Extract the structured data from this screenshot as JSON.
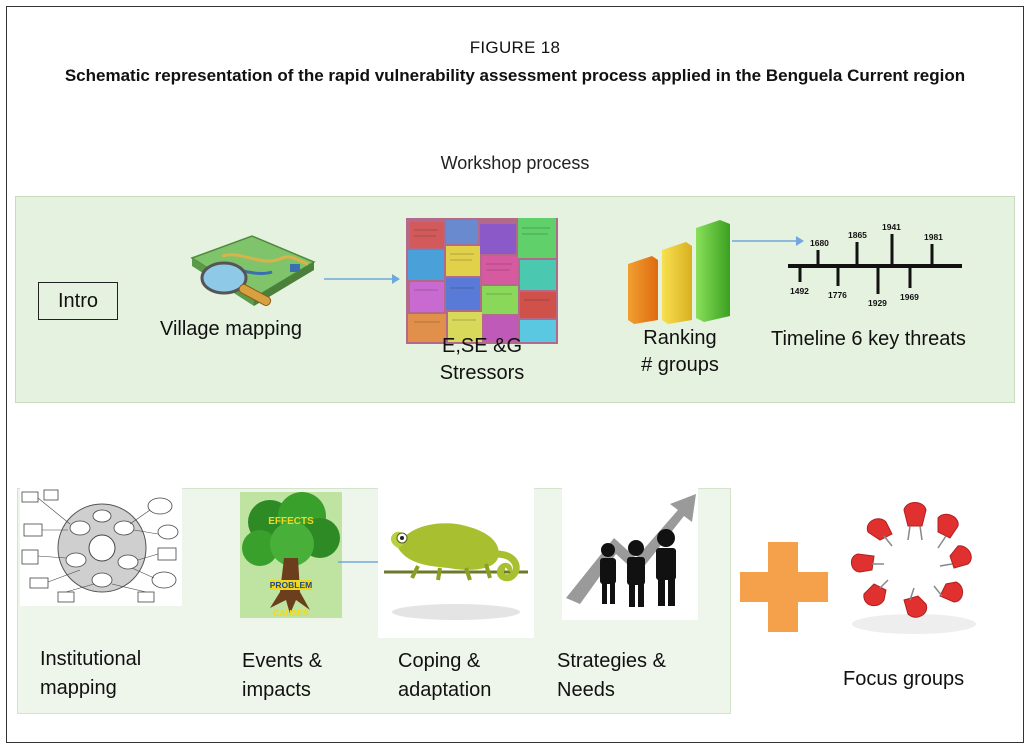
{
  "figure": {
    "label": "FIGURE 18",
    "title": "Schematic representation of the rapid vulnerability assessment process applied in the Benguela Current region"
  },
  "workshop": {
    "title": "Workshop process",
    "intro": "Intro",
    "steps": {
      "village_mapping": "Village mapping",
      "stressors_line1": "E,SE &G",
      "stressors_line2": "Stressors",
      "ranking_line1": "Ranking",
      "ranking_line2": "# groups",
      "timeline": "Timeline 6 key threats"
    },
    "timeline_years": [
      "1492",
      "1680",
      "1776",
      "1865",
      "1929",
      "1941",
      "1969",
      "1981"
    ]
  },
  "second_row": {
    "institutional_line1": "Institutional",
    "institutional_line2": "mapping",
    "events_line1": "Events &",
    "events_line2": "impacts",
    "coping_line1": "Coping &",
    "coping_line2": "adaptation",
    "strategies_line1": "Strategies &",
    "strategies_line2": "Needs",
    "focus_groups": "Focus groups",
    "tree_labels": [
      "EFFECTS",
      "PROBLEM",
      "CAUSES"
    ]
  },
  "colors": {
    "band_top": "#e6f2e0",
    "arrow": "#6fa8dc",
    "plus": "#f5a04a",
    "chairs": "#e03030"
  }
}
